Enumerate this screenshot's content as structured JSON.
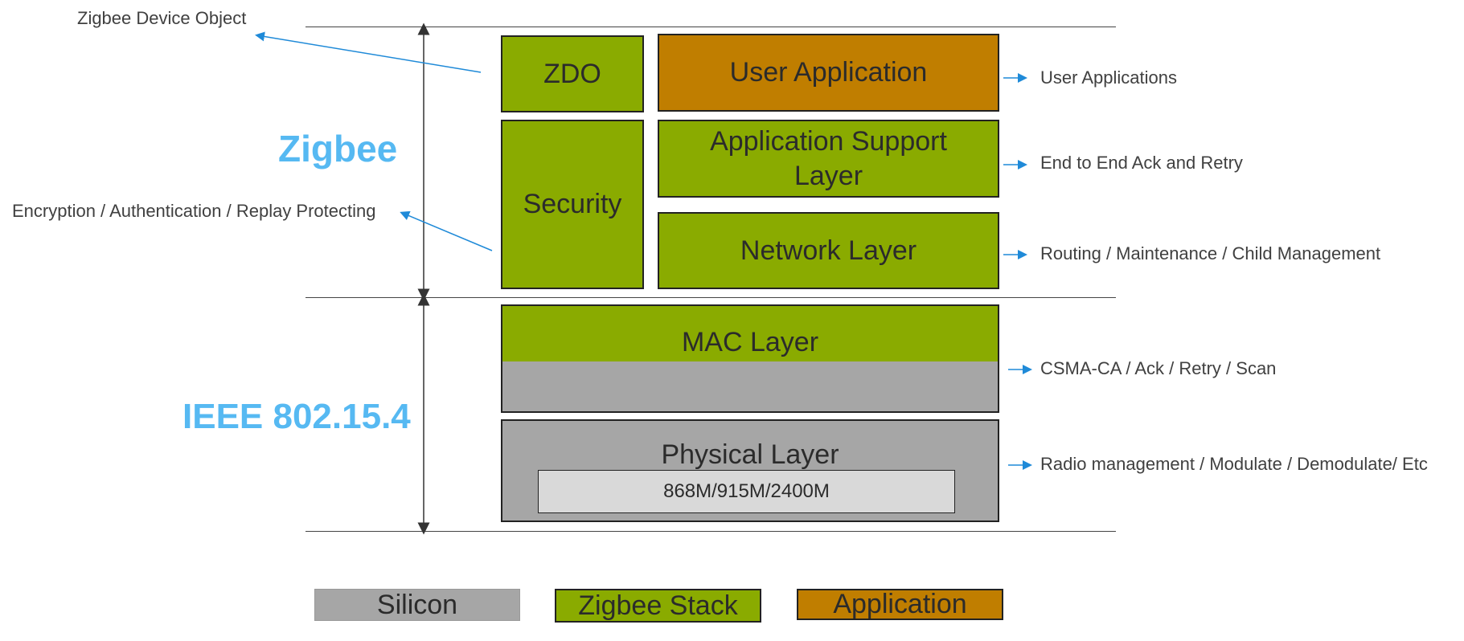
{
  "annotations": {
    "zdo_note": "Zigbee Device Object",
    "security_note": "Encryption / Authentication / Replay Protecting"
  },
  "zones": {
    "zigbee": "Zigbee",
    "ieee": "IEEE 802.15.4"
  },
  "layers": {
    "zdo": "ZDO",
    "user_app": "User Application",
    "security": "Security",
    "aps": "Application Support Layer",
    "network": "Network Layer",
    "mac": "MAC Layer",
    "phy": "Physical Layer",
    "phy_freq": "868M/915M/2400M"
  },
  "descriptions": {
    "user_app": "User Applications",
    "aps": "End to End Ack and Retry",
    "network": "Routing / Maintenance / Child Management",
    "mac": "CSMA-CA / Ack  / Retry / Scan",
    "phy": "Radio management / Modulate / Demodulate/ Etc"
  },
  "legend": [
    {
      "label": "Silicon",
      "color": "#a6a6a6"
    },
    {
      "label": "Zigbee Stack",
      "color": "#8aab00"
    },
    {
      "label": "Application",
      "color": "#c07e00"
    }
  ],
  "colors": {
    "zigbee_stack": "#8aab00",
    "application": "#c07e00",
    "silicon": "#a6a6a6",
    "zone_title": "#56b9f2",
    "arrow": "#1f8ad8"
  }
}
